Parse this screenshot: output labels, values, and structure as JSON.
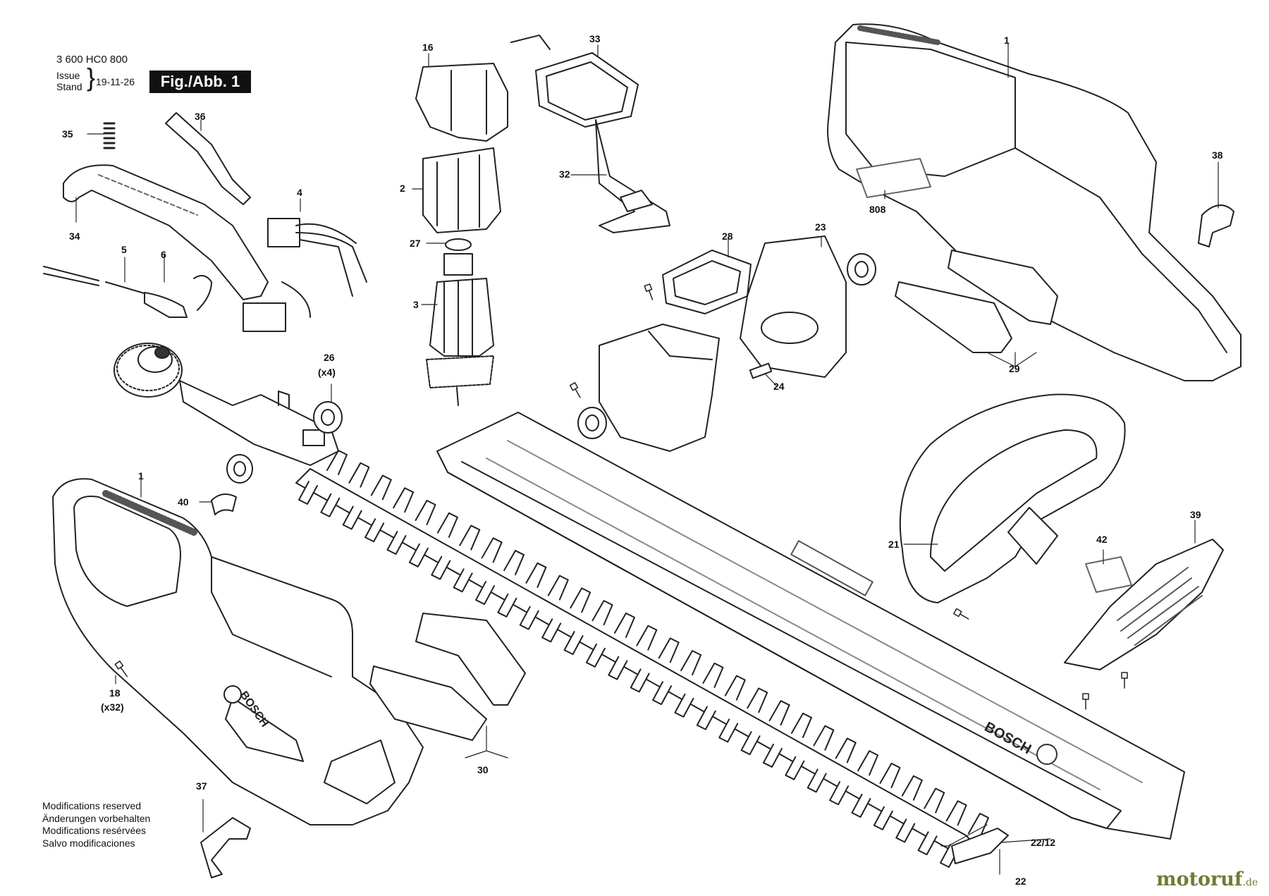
{
  "header": {
    "doc_number": "3 600 HC0 800",
    "issue_label": "Issue",
    "stand_label": "Stand",
    "issue_date": "19-11-26",
    "fig_label": "Fig./Abb. 1"
  },
  "notes": [
    "Modifications reserved",
    "Änderungen vorbehalten",
    "Modifications resérvées",
    "Salvo modificaciones"
  ],
  "watermark": {
    "brand": "motoruf",
    "tld": ".de",
    "color": "#6d7d32"
  },
  "blade_text": "BOSCH",
  "housing_text": "BOSCH",
  "part_labels": [
    {
      "id": "p1a",
      "text": "1"
    },
    {
      "id": "p1b",
      "text": "1"
    },
    {
      "id": "p2",
      "text": "2"
    },
    {
      "id": "p3",
      "text": "3"
    },
    {
      "id": "p4",
      "text": "4"
    },
    {
      "id": "p5",
      "text": "5"
    },
    {
      "id": "p6",
      "text": "6"
    },
    {
      "id": "p16",
      "text": "16"
    },
    {
      "id": "p18",
      "text": "18"
    },
    {
      "id": "p18q",
      "text": "(x32)"
    },
    {
      "id": "p21",
      "text": "21"
    },
    {
      "id": "p22",
      "text": "22"
    },
    {
      "id": "p2212",
      "text": "22/12"
    },
    {
      "id": "p23",
      "text": "23"
    },
    {
      "id": "p24",
      "text": "24"
    },
    {
      "id": "p26",
      "text": "26"
    },
    {
      "id": "p26q",
      "text": "(x4)"
    },
    {
      "id": "p27",
      "text": "27"
    },
    {
      "id": "p28",
      "text": "28"
    },
    {
      "id": "p29",
      "text": "29"
    },
    {
      "id": "p30",
      "text": "30"
    },
    {
      "id": "p32",
      "text": "32"
    },
    {
      "id": "p33",
      "text": "33"
    },
    {
      "id": "p34",
      "text": "34"
    },
    {
      "id": "p35",
      "text": "35"
    },
    {
      "id": "p36",
      "text": "36"
    },
    {
      "id": "p37",
      "text": "37"
    },
    {
      "id": "p38",
      "text": "38"
    },
    {
      "id": "p39",
      "text": "39"
    },
    {
      "id": "p40",
      "text": "40"
    },
    {
      "id": "p42",
      "text": "42"
    },
    {
      "id": "p808",
      "text": "808"
    }
  ]
}
